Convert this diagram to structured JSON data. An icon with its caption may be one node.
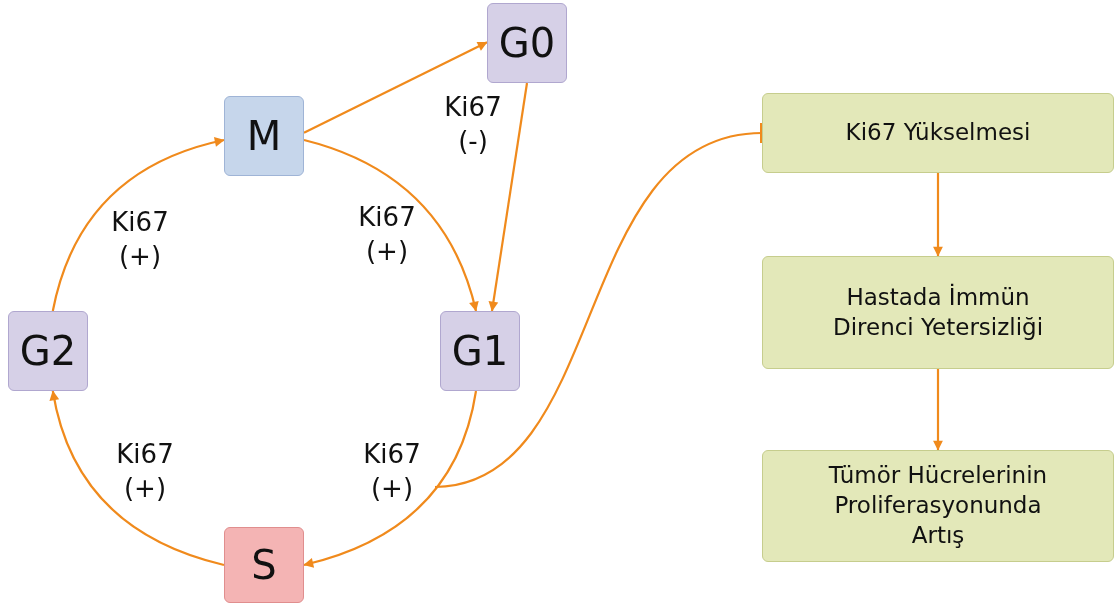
{
  "diagram": {
    "nodes": [
      {
        "text": [
          "G0"
        ]
      },
      {
        "text": [
          "M"
        ]
      },
      {
        "text": [
          "Ki67 Yükselmesi"
        ]
      },
      {
        "text": [
          "G2"
        ]
      },
      {
        "text": [
          "G1"
        ]
      },
      {
        "text": [
          "Hastada İmmün Direnci Yetersizliği"
        ]
      },
      {
        "text": [
          "S"
        ]
      },
      {
        "text": [
          "Tümör Hücrelerinin Proliferasyonunda Artış"
        ]
      }
    ],
    "edges": [
      {
        "from": 1,
        "to": 0,
        "arrow": "to"
      },
      {
        "from": 0,
        "to": 4,
        "arrow": "to"
      },
      {
        "from": 1,
        "to": 4,
        "arrow": "to",
        "label": "Ki67 (+)"
      },
      {
        "from": 4,
        "to": 6,
        "arrow": "to",
        "label": "Ki67 (+)"
      },
      {
        "from": 6,
        "to": 3,
        "arrow": "to",
        "label": "Ki67 (+)"
      },
      {
        "from": 3,
        "to": 1,
        "arrow": "to",
        "label": "Ki67 (+)"
      },
      {
        "from": null,
        "to": 2,
        "arrow": "other"
      },
      {
        "from": 2,
        "to": 5,
        "arrow": "to"
      },
      {
        "from": 5,
        "to": 7,
        "arrow": "to"
      }
    ],
    "labels": [
      "Ki67 (-)"
    ]
  }
}
